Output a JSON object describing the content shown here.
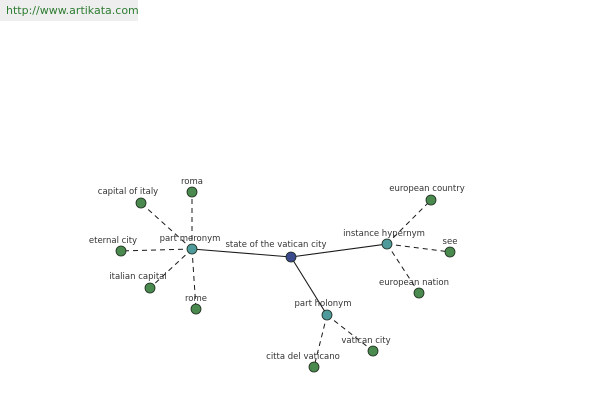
{
  "site": {
    "url": "http://www.artikata.com"
  },
  "colors": {
    "center_node": "#3b4a8c",
    "relation_node": "#4f9a9a",
    "leaf_node": "#4a8a4f",
    "url_text": "#2e7d32"
  },
  "graph": {
    "center": {
      "id": "center",
      "label": "state of the vatican city"
    },
    "relations": [
      {
        "id": "meronym",
        "label": "part meronym"
      },
      {
        "id": "hypernym",
        "label": "instance hypernym"
      },
      {
        "id": "holonym",
        "label": "part holonym"
      }
    ],
    "leaves": [
      {
        "id": "roma",
        "label": "roma",
        "parent": "meronym"
      },
      {
        "id": "capital_of_italy",
        "label": "capital of italy",
        "parent": "meronym"
      },
      {
        "id": "eternal_city",
        "label": "eternal city",
        "parent": "meronym"
      },
      {
        "id": "italian_capital",
        "label": "italian capital",
        "parent": "meronym"
      },
      {
        "id": "rome",
        "label": "rome",
        "parent": "meronym"
      },
      {
        "id": "european_country",
        "label": "european country",
        "parent": "hypernym"
      },
      {
        "id": "see",
        "label": "see",
        "parent": "hypernym"
      },
      {
        "id": "european_nation",
        "label": "european nation",
        "parent": "hypernym"
      },
      {
        "id": "vatican_city",
        "label": "vatican city",
        "parent": "holonym"
      },
      {
        "id": "citta_del_vaticano",
        "label": "citta del vaticano",
        "parent": "holonym"
      }
    ]
  }
}
